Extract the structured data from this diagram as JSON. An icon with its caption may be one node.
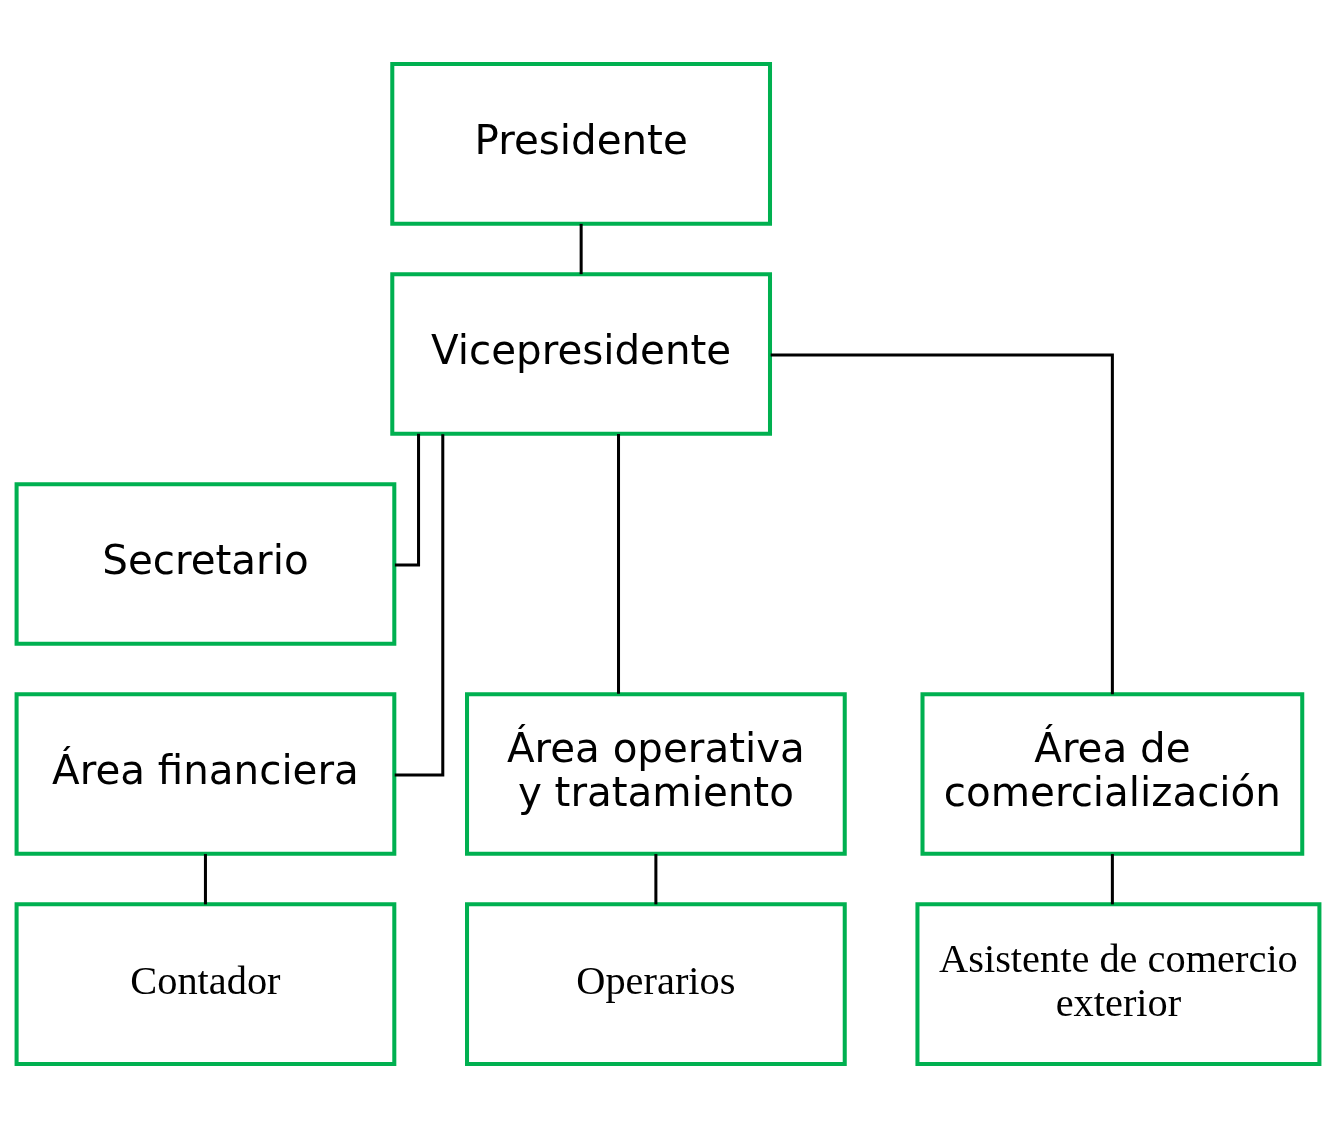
{
  "diagram": {
    "nodes": [
      {
        "text": [
          "Presidente"
        ]
      },
      {
        "text": [
          "Vicepresidente"
        ]
      },
      {
        "text": [
          "Secretario"
        ]
      },
      {
        "text": [
          "Área financiera"
        ]
      },
      {
        "text": [
          "Área operativa y tratamiento"
        ]
      },
      {
        "text": [
          "Área de comercialización"
        ]
      },
      {
        "text": [
          "Contador"
        ]
      },
      {
        "text": [
          "Operarios"
        ]
      },
      {
        "text": [
          "Asistente de comercio exterior"
        ]
      }
    ],
    "edges": [
      {
        "from": 0,
        "to": 1,
        "arrow": "none"
      },
      {
        "from": 1,
        "to": 2,
        "arrow": "none"
      },
      {
        "from": 1,
        "to": 3,
        "arrow": "none"
      },
      {
        "from": 1,
        "to": 4,
        "arrow": "none"
      },
      {
        "from": 1,
        "to": 5,
        "arrow": "none"
      },
      {
        "from": 3,
        "to": 6,
        "arrow": "none"
      },
      {
        "from": 4,
        "to": 7,
        "arrow": "none"
      },
      {
        "from": 5,
        "to": 8,
        "arrow": "none"
      }
    ]
  }
}
